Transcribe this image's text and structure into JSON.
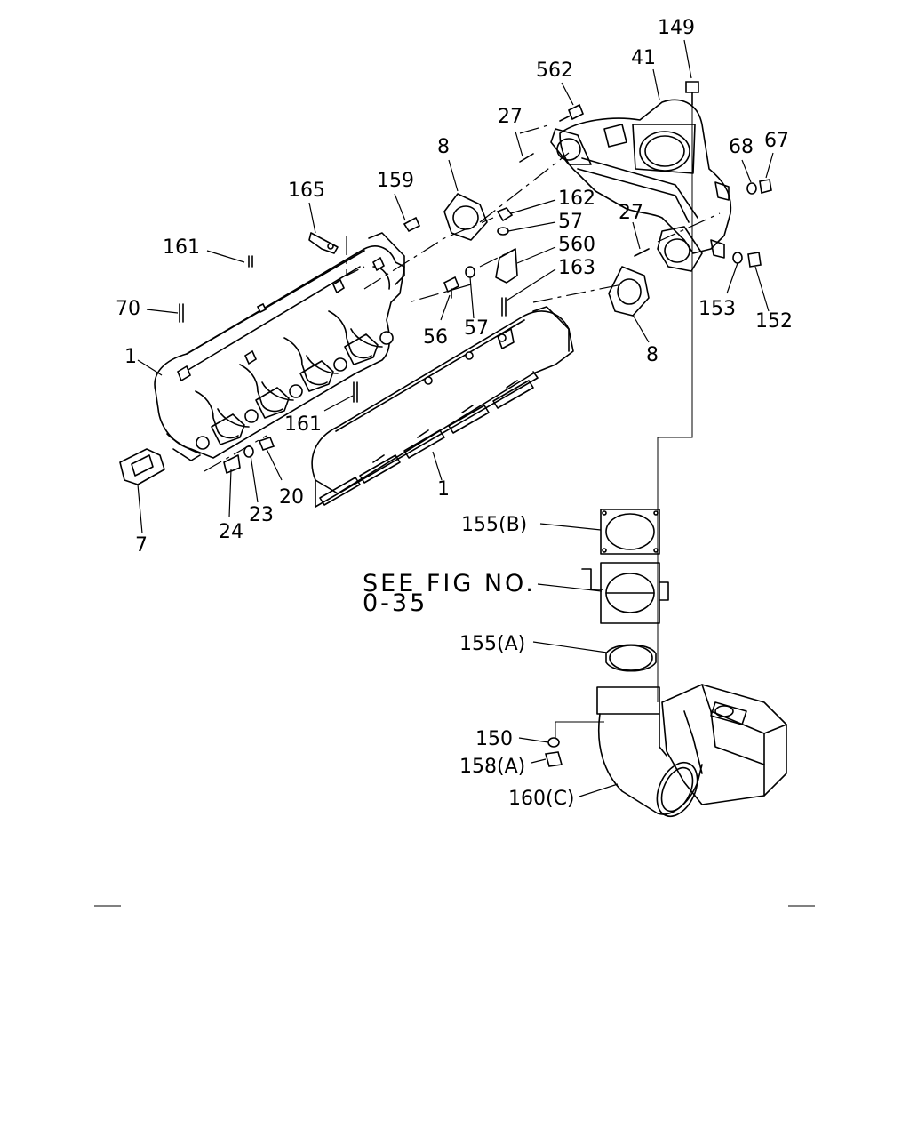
{
  "callouts": {
    "c149": "149",
    "c41": "41",
    "c562": "562",
    "c27a": "27",
    "c68": "68",
    "c67": "67",
    "c8a": "8",
    "c159": "159",
    "c165": "165",
    "c162": "162",
    "c57a": "57",
    "c27b": "27",
    "c560": "560",
    "c161a": "161",
    "c163": "163",
    "c70": "70",
    "c153": "153",
    "c152": "152",
    "c56": "56",
    "c57b": "57",
    "c1a": "1",
    "c8b": "8",
    "c161b": "161",
    "c20": "20",
    "c1b": "1",
    "c23": "23",
    "c24": "24",
    "c7": "7",
    "c155b": "155(B)",
    "c155a": "155(A)",
    "c150": "150",
    "c158a": "158(A)",
    "c160c": "160(C)"
  },
  "note": {
    "line1": "SEE FIG NO.",
    "line2": "0-35"
  }
}
